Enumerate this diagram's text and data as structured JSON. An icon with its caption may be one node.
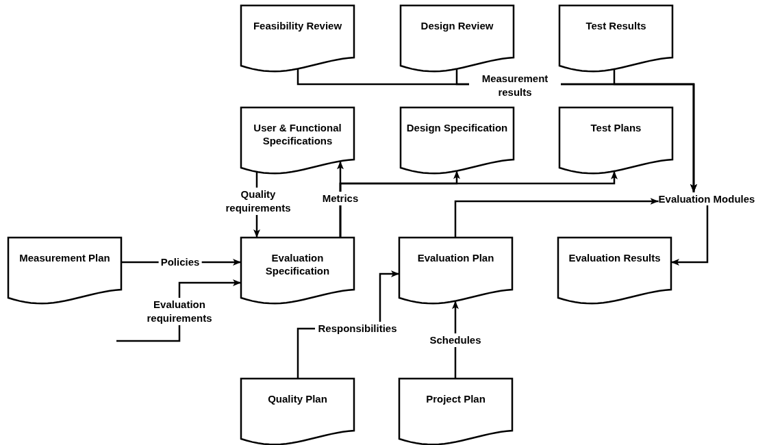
{
  "diagram": {
    "nodes": [
      {
        "text": [
          "Feasibility Review"
        ]
      },
      {
        "text": [
          "Design Review"
        ]
      },
      {
        "text": [
          "Test Results"
        ]
      },
      {
        "text": [
          "User & Functional Specifications"
        ]
      },
      {
        "text": [
          "Design Specification"
        ]
      },
      {
        "text": [
          "Test Plans"
        ]
      },
      {
        "text": [
          "Evaluation Modules"
        ]
      },
      {
        "text": [
          "Measurement Plan"
        ]
      },
      {
        "text": [
          "Evaluation Specification"
        ]
      },
      {
        "text": [
          "Evaluation Plan"
        ]
      },
      {
        "text": [
          "Evaluation Results"
        ]
      },
      {
        "text": [
          "Quality Plan"
        ]
      },
      {
        "text": [
          "Project Plan"
        ]
      }
    ],
    "edges": [
      {
        "from": 0,
        "to": 6,
        "arrow": "to",
        "label": "Measurement results"
      },
      {
        "from": 1,
        "to": 6,
        "arrow": "to"
      },
      {
        "from": 2,
        "to": 6,
        "arrow": "to"
      },
      {
        "from": 8,
        "to": 3,
        "arrow": "to",
        "label": "Metrics"
      },
      {
        "from": 8,
        "to": 4,
        "arrow": "to"
      },
      {
        "from": 8,
        "to": 5,
        "arrow": "to"
      },
      {
        "from": 3,
        "to": 8,
        "arrow": "to",
        "label": "Quality requirements"
      },
      {
        "from": 7,
        "to": 8,
        "arrow": "to",
        "label": "Policies"
      },
      {
        "from": null,
        "to": 8,
        "arrow": "to",
        "label": "Evaluation requirements"
      },
      {
        "from": 11,
        "to": 9,
        "arrow": "to",
        "label": "Responsibilities"
      },
      {
        "from": 12,
        "to": 9,
        "arrow": "to",
        "label": "Schedules"
      },
      {
        "from": 9,
        "to": 6,
        "arrow": "to"
      },
      {
        "from": 6,
        "to": 10,
        "arrow": "to"
      }
    ]
  }
}
